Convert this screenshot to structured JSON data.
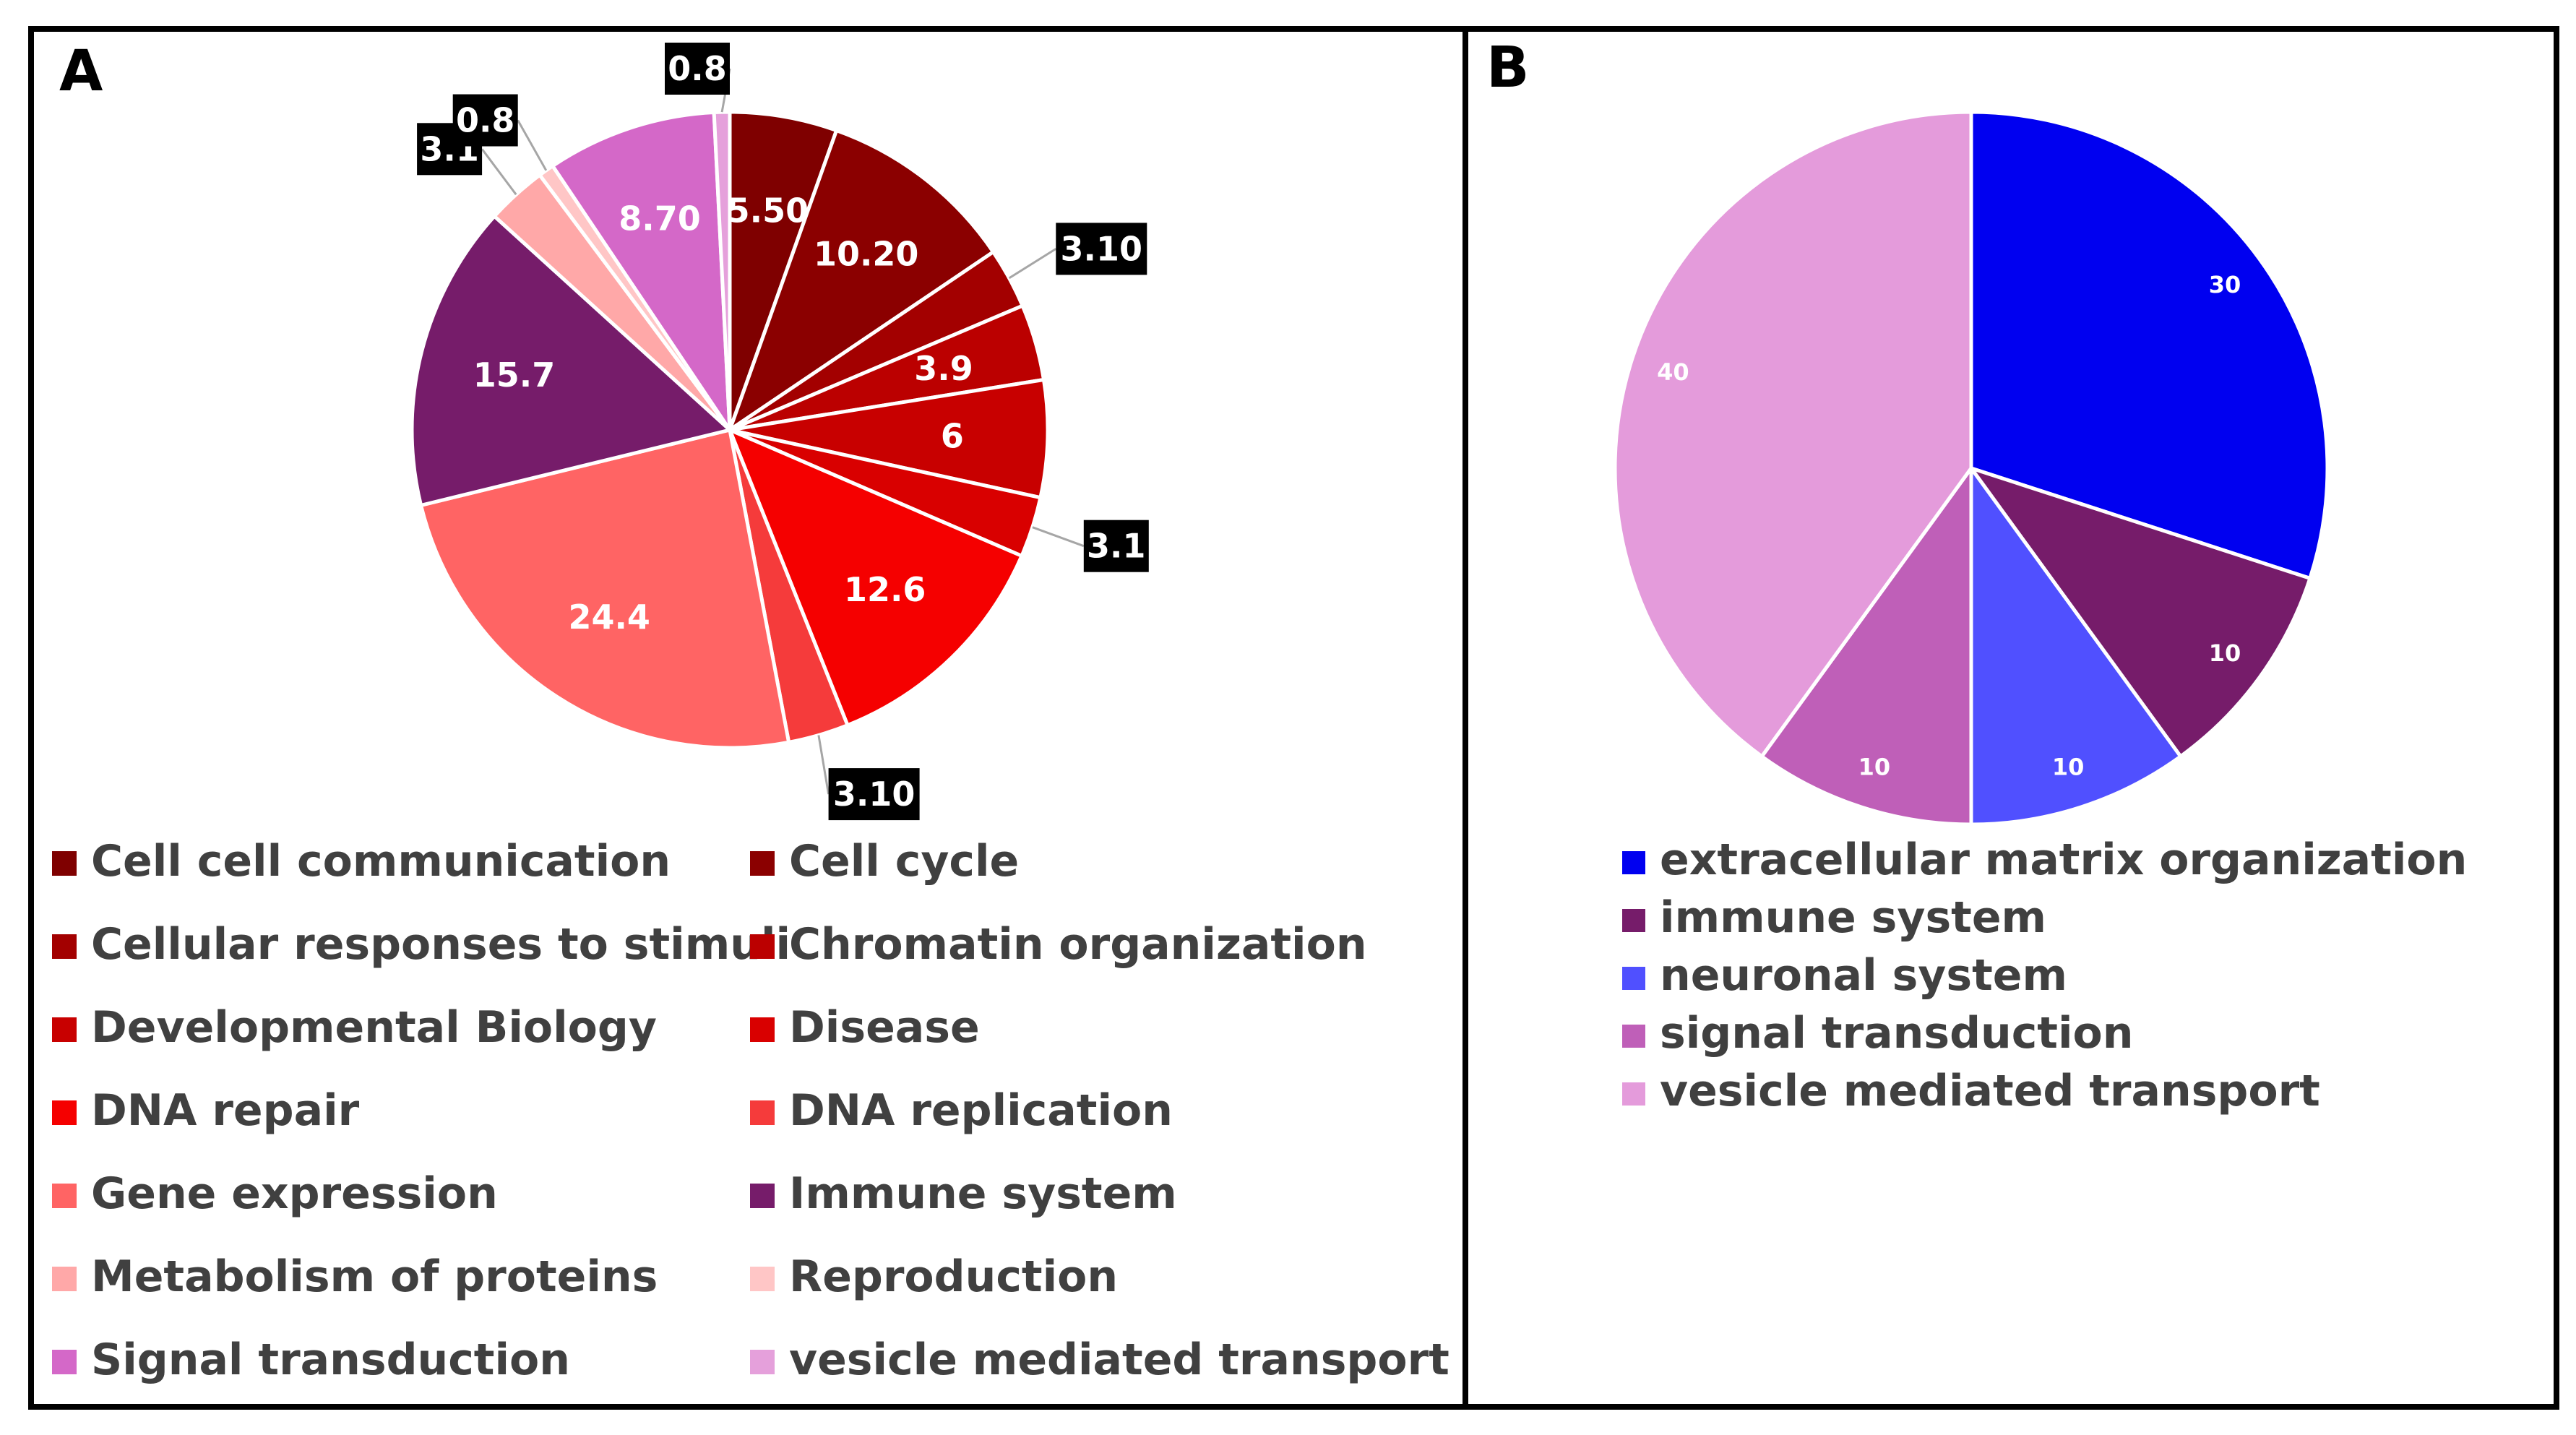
{
  "panels": {
    "a_letter": "A",
    "b_letter": "B"
  },
  "chart_data": [
    {
      "type": "pie",
      "panel": "A",
      "title": "",
      "slices": [
        {
          "label": "Cell cell communication",
          "value": 5.5,
          "display": "5.50",
          "color": "#7F0000",
          "callout": false
        },
        {
          "label": "Cell cycle",
          "value": 10.2,
          "display": "10.20",
          "color": "#8B0000",
          "callout": false
        },
        {
          "label": "Cellular responses to stimuli",
          "value": 3.1,
          "display": "3.10",
          "color": "#A30000",
          "callout": true
        },
        {
          "label": "Chromatin organization",
          "value": 3.9,
          "display": "3.9",
          "color": "#BB0000",
          "callout": false
        },
        {
          "label": "Developmental Biology",
          "value": 6,
          "display": "6",
          "color": "#C80000",
          "callout": false
        },
        {
          "label": "Disease",
          "value": 3.1,
          "display": "3.1",
          "color": "#D90000",
          "callout": true
        },
        {
          "label": "DNA repair",
          "value": 12.6,
          "display": "12.6",
          "color": "#F50000",
          "callout": false
        },
        {
          "label": "DNA replication",
          "value": 3.1,
          "display": "3.10",
          "color": "#F53B3B",
          "callout": true
        },
        {
          "label": "Gene expression",
          "value": 24.4,
          "display": "24.4",
          "color": "#FF6464",
          "callout": false
        },
        {
          "label": "Immune system",
          "value": 15.7,
          "display": "15.7",
          "color": "#761C6A",
          "callout": false
        },
        {
          "label": "Metabolism of proteins",
          "value": 3.1,
          "display": "3.1",
          "color": "#FFA8A8",
          "callout": true
        },
        {
          "label": "Reproduction",
          "value": 0.8,
          "display": "0.8",
          "color": "#FFC6C6",
          "callout": true
        },
        {
          "label": "Signal transduction",
          "value": 8.7,
          "display": "8.70",
          "color": "#D468C8",
          "callout": false
        },
        {
          "label": "vesicle mediated transport",
          "value": 0.8,
          "display": "0.8",
          "color": "#E5A0DB",
          "callout": true
        }
      ]
    },
    {
      "type": "pie",
      "panel": "B",
      "title": "",
      "slices": [
        {
          "label": "extracellular matrix organization",
          "value": 30,
          "display": "30",
          "color": "#0000F0"
        },
        {
          "label": "immune system",
          "value": 10,
          "display": "10",
          "color": "#761C6A"
        },
        {
          "label": "neuronal system",
          "value": 10,
          "display": "10",
          "color": "#5050FF"
        },
        {
          "label": "signal transduction",
          "value": 10,
          "display": "10",
          "color": "#BF5FB8"
        },
        {
          "label": "vesicle mediated transport",
          "value": 40,
          "display": "40",
          "color": "#E49BDB"
        }
      ]
    }
  ]
}
